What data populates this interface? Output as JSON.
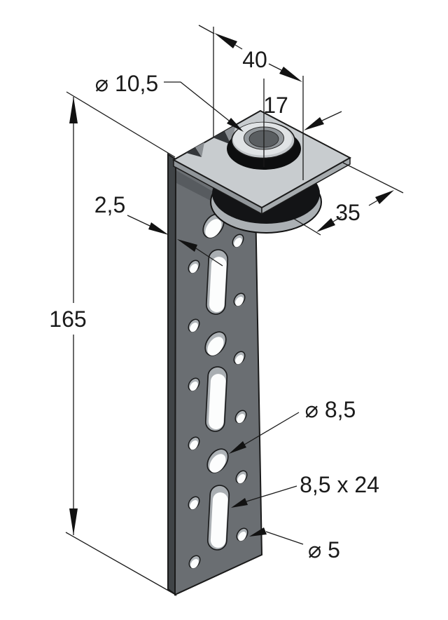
{
  "drawing": {
    "title": "Perforated angle bracket with rubber bushing - isometric dimensioned drawing",
    "labels": {
      "plate_width": "40",
      "hole_offset": "17",
      "bushing_hole_dia": "⌀ 10,5",
      "plate_depth": "35",
      "material_thickness": "2,5",
      "bracket_length": "165",
      "mid_hole_dia": "⌀ 8,5",
      "slot_size": "8,5 x 24",
      "small_hole_dia": "⌀ 5"
    },
    "colors": {
      "background": "#ffffff",
      "line": "#1a1a1a",
      "bracket_front": "#6a6e72",
      "bracket_side": "#404447",
      "plate_top": "#c8cccf",
      "plate_edge_left": "#91969a",
      "plate_edge_right": "#a6abae",
      "cylinder_black": "#131416",
      "flange_gray": "#abb0b4",
      "bushing_base_black": "#0d0e0f",
      "bushing_ring_mid": "#c3c7ca",
      "bushing_ring_light": "#e0e3e5",
      "bushing_hole_wall": "#91969a",
      "bushing_hole_dark": "#5a5e61",
      "hole_wall_gray": "#aeb3b7",
      "hole_through_white": "#fcfdfd",
      "notch_dark": "#34373a",
      "notch_light": "#8b8f93"
    }
  }
}
